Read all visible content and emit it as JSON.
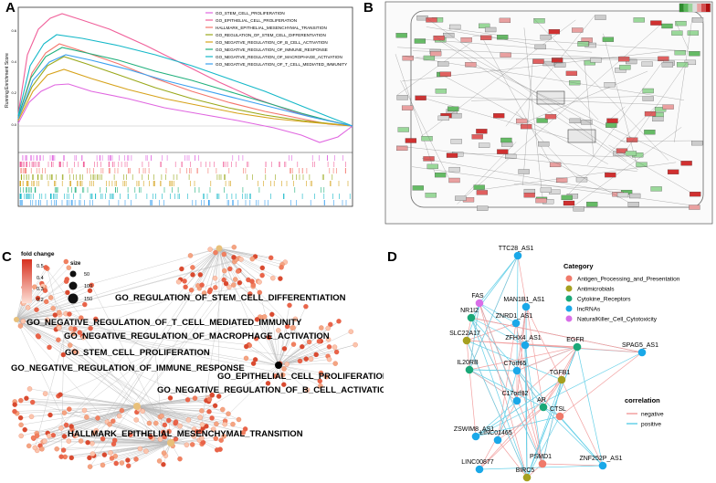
{
  "panels": {
    "a": {
      "label": "A",
      "ylabel": "Running Enrichment Score",
      "yticks": [
        "0.6",
        "0.4",
        "0.2",
        "0.0"
      ],
      "legend": [
        {
          "name": "GO_STEM_CELL_PROLIFERATION",
          "color": "#e066e0"
        },
        {
          "name": "GO_EPITHELIAL_CELL_PROLIFERATION",
          "color": "#f0609a"
        },
        {
          "name": "HALLMARK_EPITHELIAL_MESENCHYMAL_TRANSITION",
          "color": "#f4756b"
        },
        {
          "name": "GO_REGULATION_OF_STEM_CELL_DIFFERENTIATION",
          "color": "#9aa81a"
        },
        {
          "name": "GO_NEGATIVE_REGULATION_OF_B_CELL_ACTIVATION",
          "color": "#d6a21a"
        },
        {
          "name": "GO_NEGATIVE_REGULATION_OF_IMMUNE_RESPONSE",
          "color": "#20b07c"
        },
        {
          "name": "GO_NEGATIVE_REGULATION_OF_MACROPHAGE_ACTIVATION",
          "color": "#14b8c8"
        },
        {
          "name": "GO_NEGATIVE_REGULATION_OF_T_CELL_MEDIATED_IMMUNITY",
          "color": "#3aa0f0"
        }
      ]
    },
    "b": {
      "label": "B"
    },
    "c": {
      "label": "C",
      "legend_fold_title": "fold change",
      "fold_ticks": [
        "0.5",
        "0.4",
        "0.3",
        "0.2"
      ],
      "legend_size_title": "size",
      "size_ticks": [
        "50",
        "100",
        "150"
      ],
      "terms": [
        "GO_REGULATION_OF_STEM_CELL_DIFFERENTIATION",
        "GO_NEGATIVE_REGULATION_OF_T_CELL_MEDIATED_IMMUNITY",
        "GO_NEGATIVE_REGULATION_OF_MACROPHAGE_ACTIVATION",
        "GO_STEM_CELL_PROLIFERATION",
        "GO_NEGATIVE_REGULATION_OF_IMMUNE_RESPONSE",
        "GO_EPITHELIAL_CELL_PROLIFERATION",
        "GO_NEGATIVE_REGULATION_OF_B_CELL_ACTIVATION",
        "HALLMARK_EPITHELIAL_MESENCHYMAL_TRANSITION"
      ]
    },
    "d": {
      "label": "D",
      "category_title": "Category",
      "categories": [
        {
          "name": "Antigen_Processing_and_Presentation",
          "color": "#f07a6a"
        },
        {
          "name": "Antimicrobials",
          "color": "#a6a020"
        },
        {
          "name": "Cytokine_Receptors",
          "color": "#1aa878"
        },
        {
          "name": "lncRNAs",
          "color": "#1aa8e8"
        },
        {
          "name": "NaturalKiller_Cell_Cytotoxicity",
          "color": "#d86ee8"
        }
      ],
      "correlation_title": "correlation",
      "correlation": [
        {
          "name": "negative",
          "color": "#f2a0a0"
        },
        {
          "name": "positive",
          "color": "#66d0e8"
        }
      ],
      "nodes": [
        {
          "name": "TTC28_AS1",
          "cat": 3
        },
        {
          "name": "FAS",
          "cat": 4
        },
        {
          "name": "MAN1B1_AS1",
          "cat": 3
        },
        {
          "name": "NR1I2",
          "cat": 2
        },
        {
          "name": "ZNRD1_AS1",
          "cat": 3
        },
        {
          "name": "SLC22A17",
          "cat": 1
        },
        {
          "name": "ZFHX4_AS1",
          "cat": 3
        },
        {
          "name": "EGFR",
          "cat": 2
        },
        {
          "name": "SPAG5_AS1",
          "cat": 3
        },
        {
          "name": "IL20RB",
          "cat": 2
        },
        {
          "name": "C7orf65",
          "cat": 3
        },
        {
          "name": "TGFB1",
          "cat": 1
        },
        {
          "name": "C17orf82",
          "cat": 3
        },
        {
          "name": "AR",
          "cat": 2
        },
        {
          "name": "CTSL",
          "cat": 0
        },
        {
          "name": "ZSWIM8_AS1",
          "cat": 3
        },
        {
          "name": "LINC01465",
          "cat": 3
        },
        {
          "name": "LINC00877",
          "cat": 3
        },
        {
          "name": "PSMD1",
          "cat": 0
        },
        {
          "name": "BIRC5",
          "cat": 1
        },
        {
          "name": "ZNF252P_AS1",
          "cat": 3
        }
      ]
    }
  }
}
